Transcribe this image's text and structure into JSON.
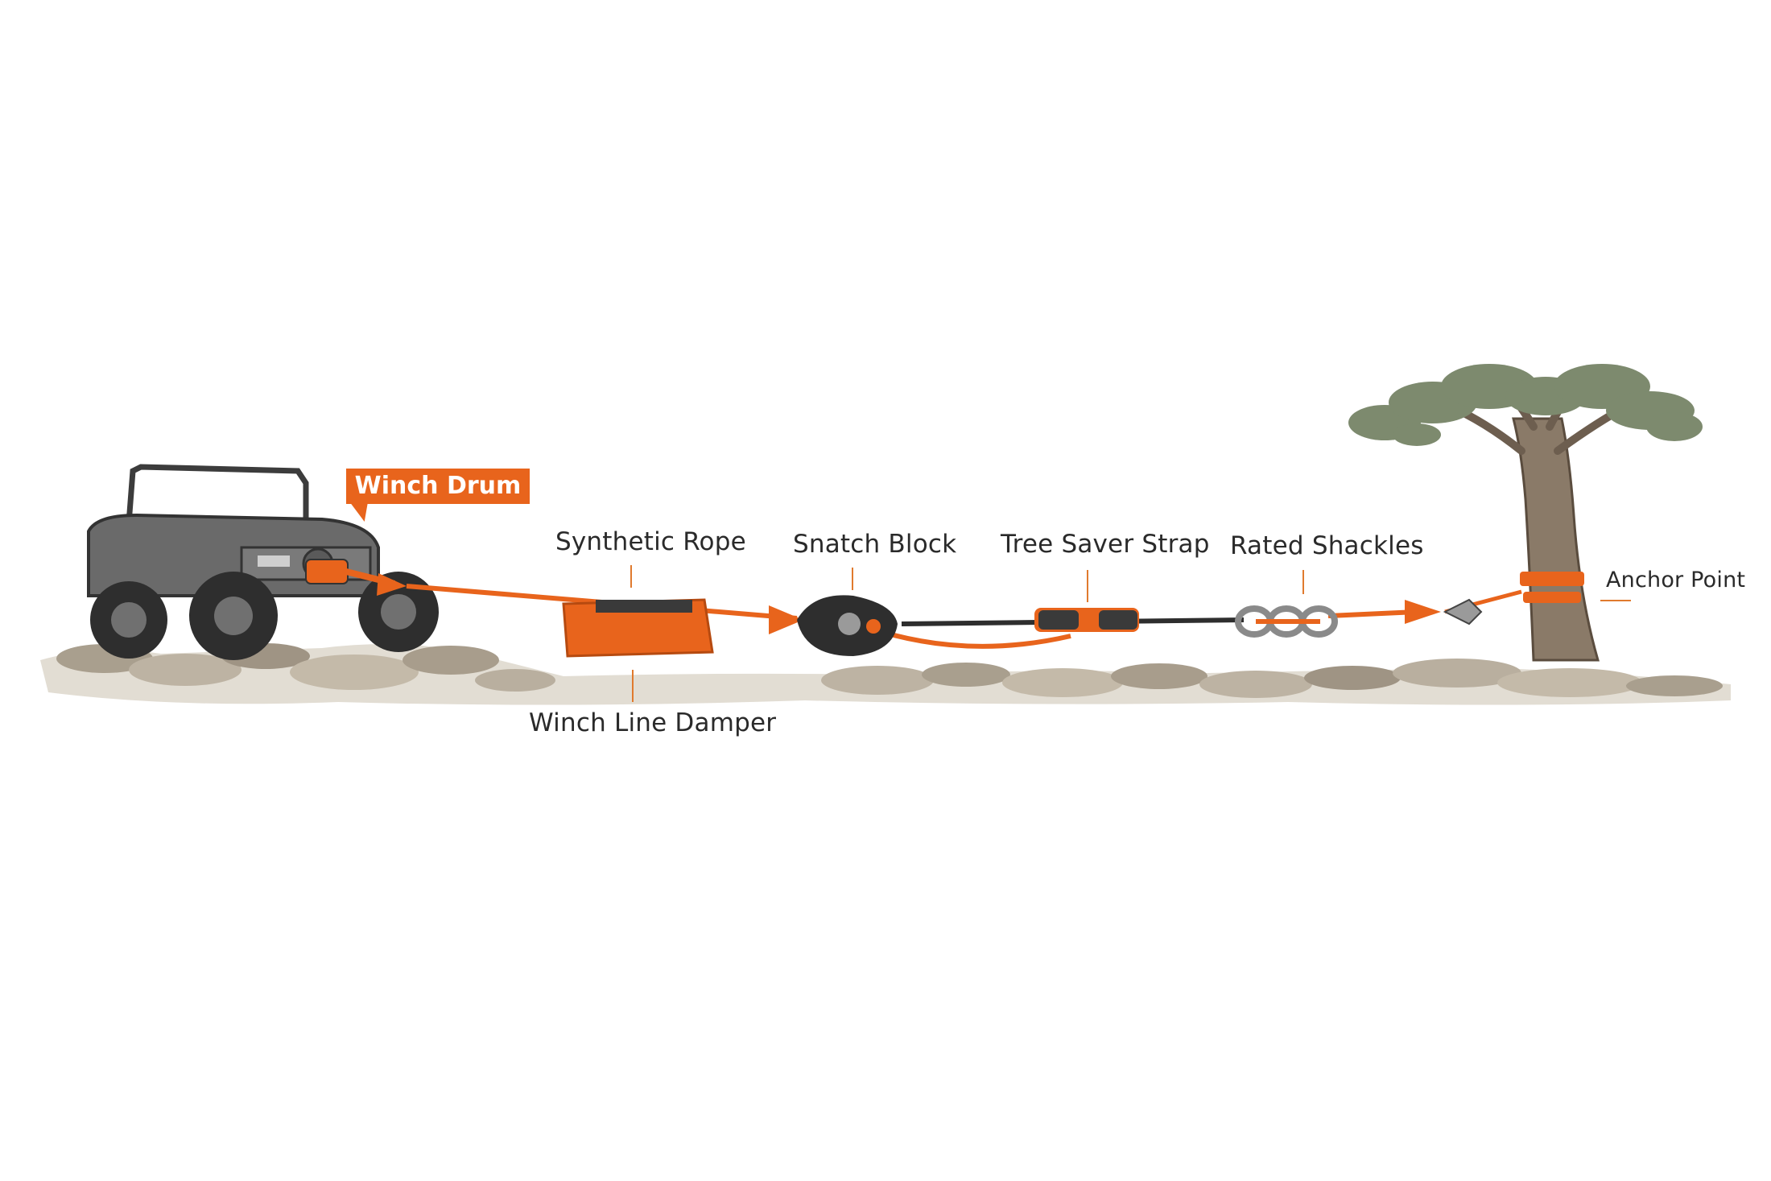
{
  "labels": {
    "winch_drum": "Winch Drum",
    "synthetic_rope": "Synthetic Rope",
    "snatch_block": "Snatch Block",
    "tree_saver_strap": "Tree Saver Strap",
    "rated_shackles": "Rated Shackles",
    "anchor_point": "Anchor Point",
    "winch_line_damper": "Winch Line Damper"
  },
  "colors": {
    "accent": "#e8641c",
    "rope": "#e8641c",
    "cable": "#2e2e2e",
    "vehicle": "#5a5a5a",
    "rock": "#b8ad9c",
    "foliage": "#7d8a6e",
    "trunk": "#8a7a68"
  }
}
